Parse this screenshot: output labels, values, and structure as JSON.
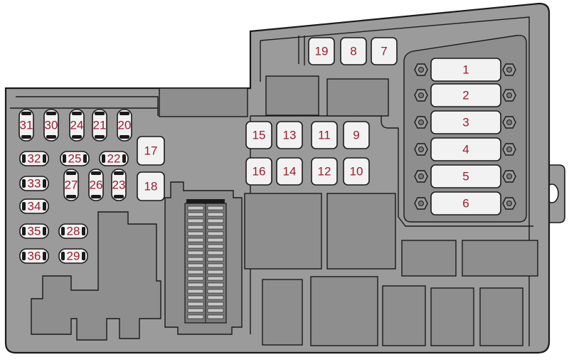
{
  "fuse_box": {
    "colors": {
      "body": "#9b9b9b",
      "slot": "#8e8e8e",
      "fuse": "#f2f2f2",
      "outline": "#1a1a1a",
      "label": "#9c1a33"
    },
    "large_fuses": [
      {
        "label": "1"
      },
      {
        "label": "2"
      },
      {
        "label": "3"
      },
      {
        "label": "4"
      },
      {
        "label": "5"
      },
      {
        "label": "6"
      }
    ],
    "top_fuses": [
      {
        "label": "19"
      },
      {
        "label": "8"
      },
      {
        "label": "7"
      }
    ],
    "center_fuses": [
      {
        "label": "15"
      },
      {
        "label": "13"
      },
      {
        "label": "11"
      },
      {
        "label": "9"
      },
      {
        "label": "16"
      },
      {
        "label": "14"
      },
      {
        "label": "12"
      },
      {
        "label": "10"
      }
    ],
    "side_fuses": [
      {
        "label": "17"
      },
      {
        "label": "18"
      }
    ],
    "vertical_minis": [
      {
        "label": "31"
      },
      {
        "label": "30"
      },
      {
        "label": "24"
      },
      {
        "label": "21"
      },
      {
        "label": "20"
      },
      {
        "label": "27"
      },
      {
        "label": "26"
      },
      {
        "label": "23"
      }
    ],
    "horizontal_minis": [
      {
        "label": "32"
      },
      {
        "label": "25"
      },
      {
        "label": "22"
      },
      {
        "label": "33"
      },
      {
        "label": "34"
      },
      {
        "label": "35"
      },
      {
        "label": "28"
      },
      {
        "label": "36"
      },
      {
        "label": "29"
      }
    ]
  }
}
